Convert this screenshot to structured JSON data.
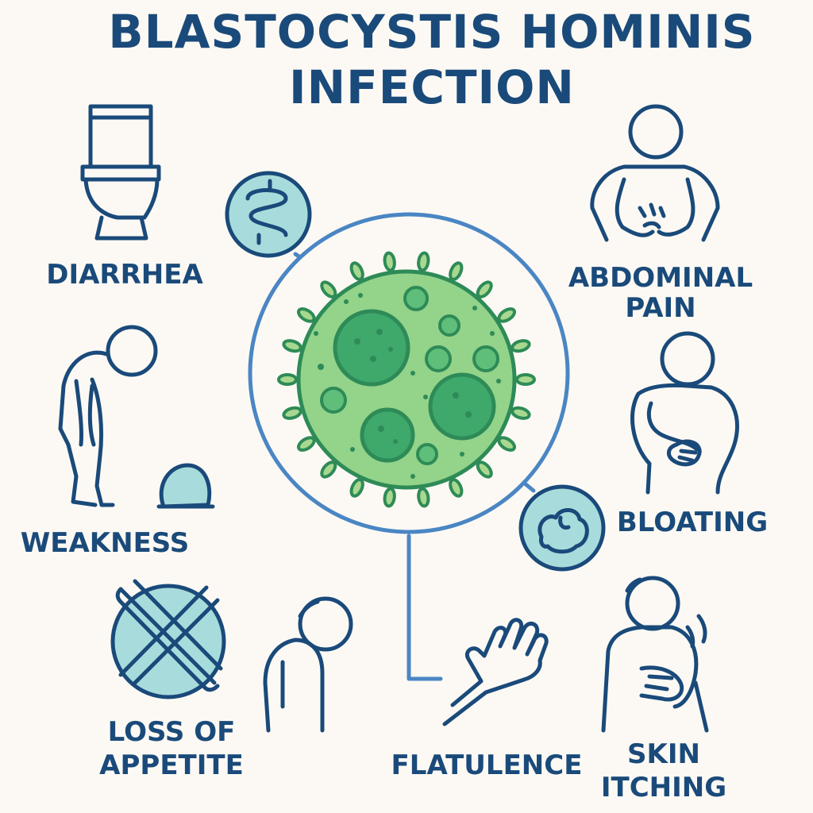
{
  "title": {
    "line1": "BLASTOCYSTIS HOMINIS",
    "line2": "INFECTION"
  },
  "symptoms": {
    "diarrhea": "DIARRHEA",
    "abdominal_pain_1": "ABDOMINAL",
    "abdominal_pain_2": "PAIN",
    "weakness": "WEAKNESS",
    "bloating": "BLOATING",
    "loss_of_appetite_1": "LOSS OF",
    "loss_of_appetite_2": "APPETITE",
    "flatulence": "FLATULENCE",
    "skin_itching_1": "SKIN",
    "skin_itching_2": "ITCHING"
  },
  "colors": {
    "navy": "#1a4a7a",
    "ring_blue": "#4a86c4",
    "teal_fill": "#a8dcdc",
    "cell_green": "#93d38a",
    "cell_dark": "#2e8b57",
    "nucleus": "#3fa86b",
    "background": "#fcf9f4"
  },
  "icons": [
    "toilet-icon",
    "intestine-icon",
    "microorganism-icon",
    "person-abdominal-pain-icon",
    "person-weakness-icon",
    "bloating-stomach-icon",
    "person-bloating-icon",
    "no-food-icon",
    "person-tired-icon",
    "hand-icon",
    "person-itching-icon"
  ]
}
